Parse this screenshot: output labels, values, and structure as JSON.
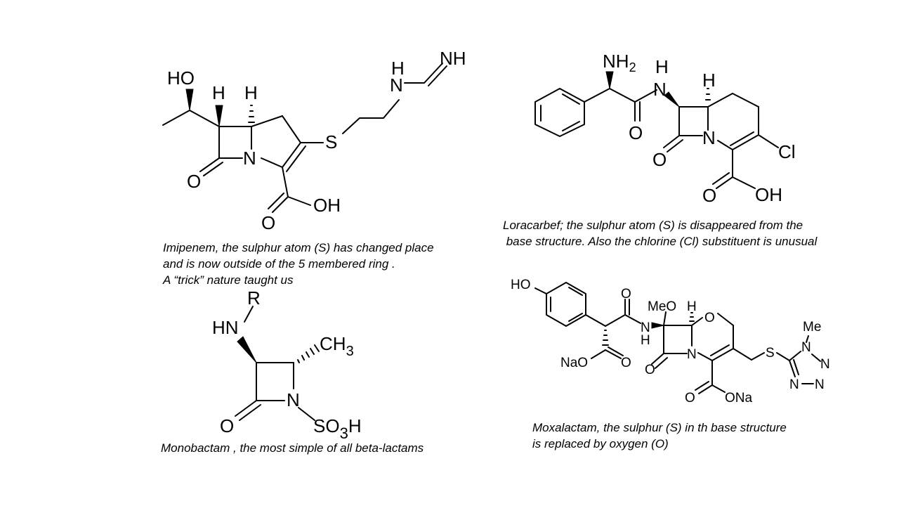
{
  "captions": {
    "imipenem": [
      "Imipenem, the sulphur atom (S)  has changed place",
      "and is now outside of the 5 membered ring .",
      "A  “trick”  nature taught us"
    ],
    "loracarbef": [
      "Loracarbef;  the sulphur atom (S) is disappeared from the",
      " base structure. Also the chlorine (Cl) substituent is unusual"
    ],
    "monobactam": [
      "Monobactam , the most simple of all beta-lactams"
    ],
    "moxalactam": [
      "Moxalactam, the sulphur (S) in th base structure",
      "is replaced by oxygen (O)"
    ]
  },
  "atoms": {
    "imipenem": {
      "ho": "HO",
      "h1": "H",
      "h2": "H",
      "n": "N",
      "o_carbonyl": "O",
      "s": "S",
      "nh_h": "H",
      "nh_n": "N",
      "nh_imine": "NH",
      "acid_o": "O",
      "acid_oh": "OH"
    },
    "loracarbef": {
      "nh2": "NH",
      "nh2_sub": "2",
      "h_amide": "H",
      "n_amide": "N",
      "o_amide": "O",
      "h_ring": "H",
      "n_ring": "N",
      "o_lactam": "O",
      "cl": "Cl",
      "acid_o": "O",
      "acid_oh": "OH"
    },
    "monobactam": {
      "r": "R",
      "hn": "HN",
      "ch3": "CH",
      "ch3_sub": "3",
      "o": "O",
      "n": "N",
      "so3h_a": "SO",
      "so3h_sub": "3",
      "so3h_b": "H"
    },
    "moxalactam": {
      "ho": "HO",
      "o_top": "O",
      "meo": "MeO",
      "h_top": "H",
      "o_ring": "O",
      "nh_n": "N",
      "nh_h": "H",
      "n_ring": "N",
      "o_lactam": "O",
      "nao": "NaO",
      "o_ester": "O",
      "s": "S",
      "me": "Me",
      "tz_n1": "N",
      "tz_n2": "N",
      "tz_n3": "N",
      "tz_n4": "N",
      "o_acid": "O",
      "ona": "ONa"
    }
  }
}
